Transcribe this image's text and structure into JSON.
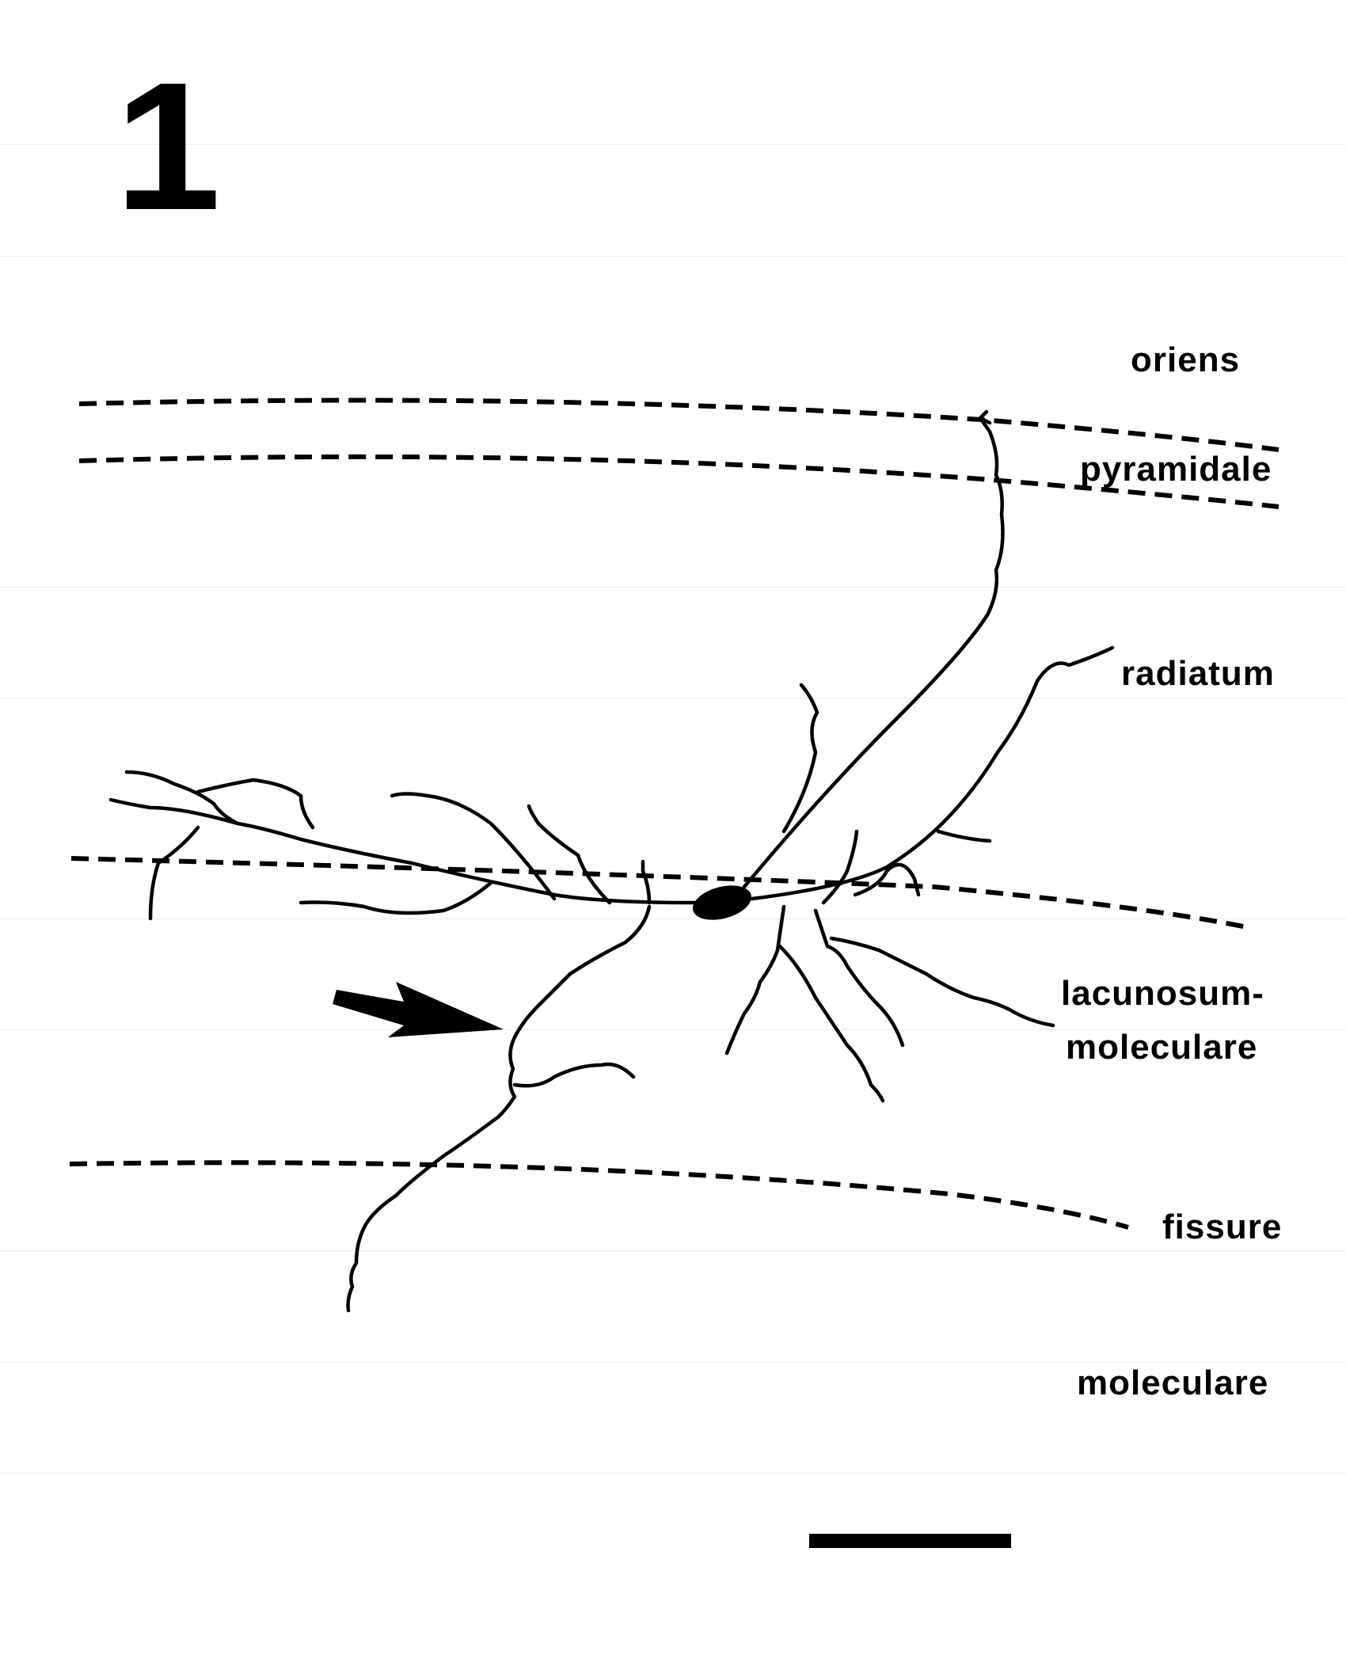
{
  "figure": {
    "panel_number": "1",
    "layers": {
      "oriens": "oriens",
      "pyramidale": "pyramidale",
      "radiatum": "radiatum",
      "lacunosum": "lacunosum-",
      "moleculare_lm": "moleculare",
      "fissure": "fissure",
      "moleculare": "moleculare"
    },
    "colors": {
      "ink": "#000000",
      "background": "#ffffff"
    }
  }
}
